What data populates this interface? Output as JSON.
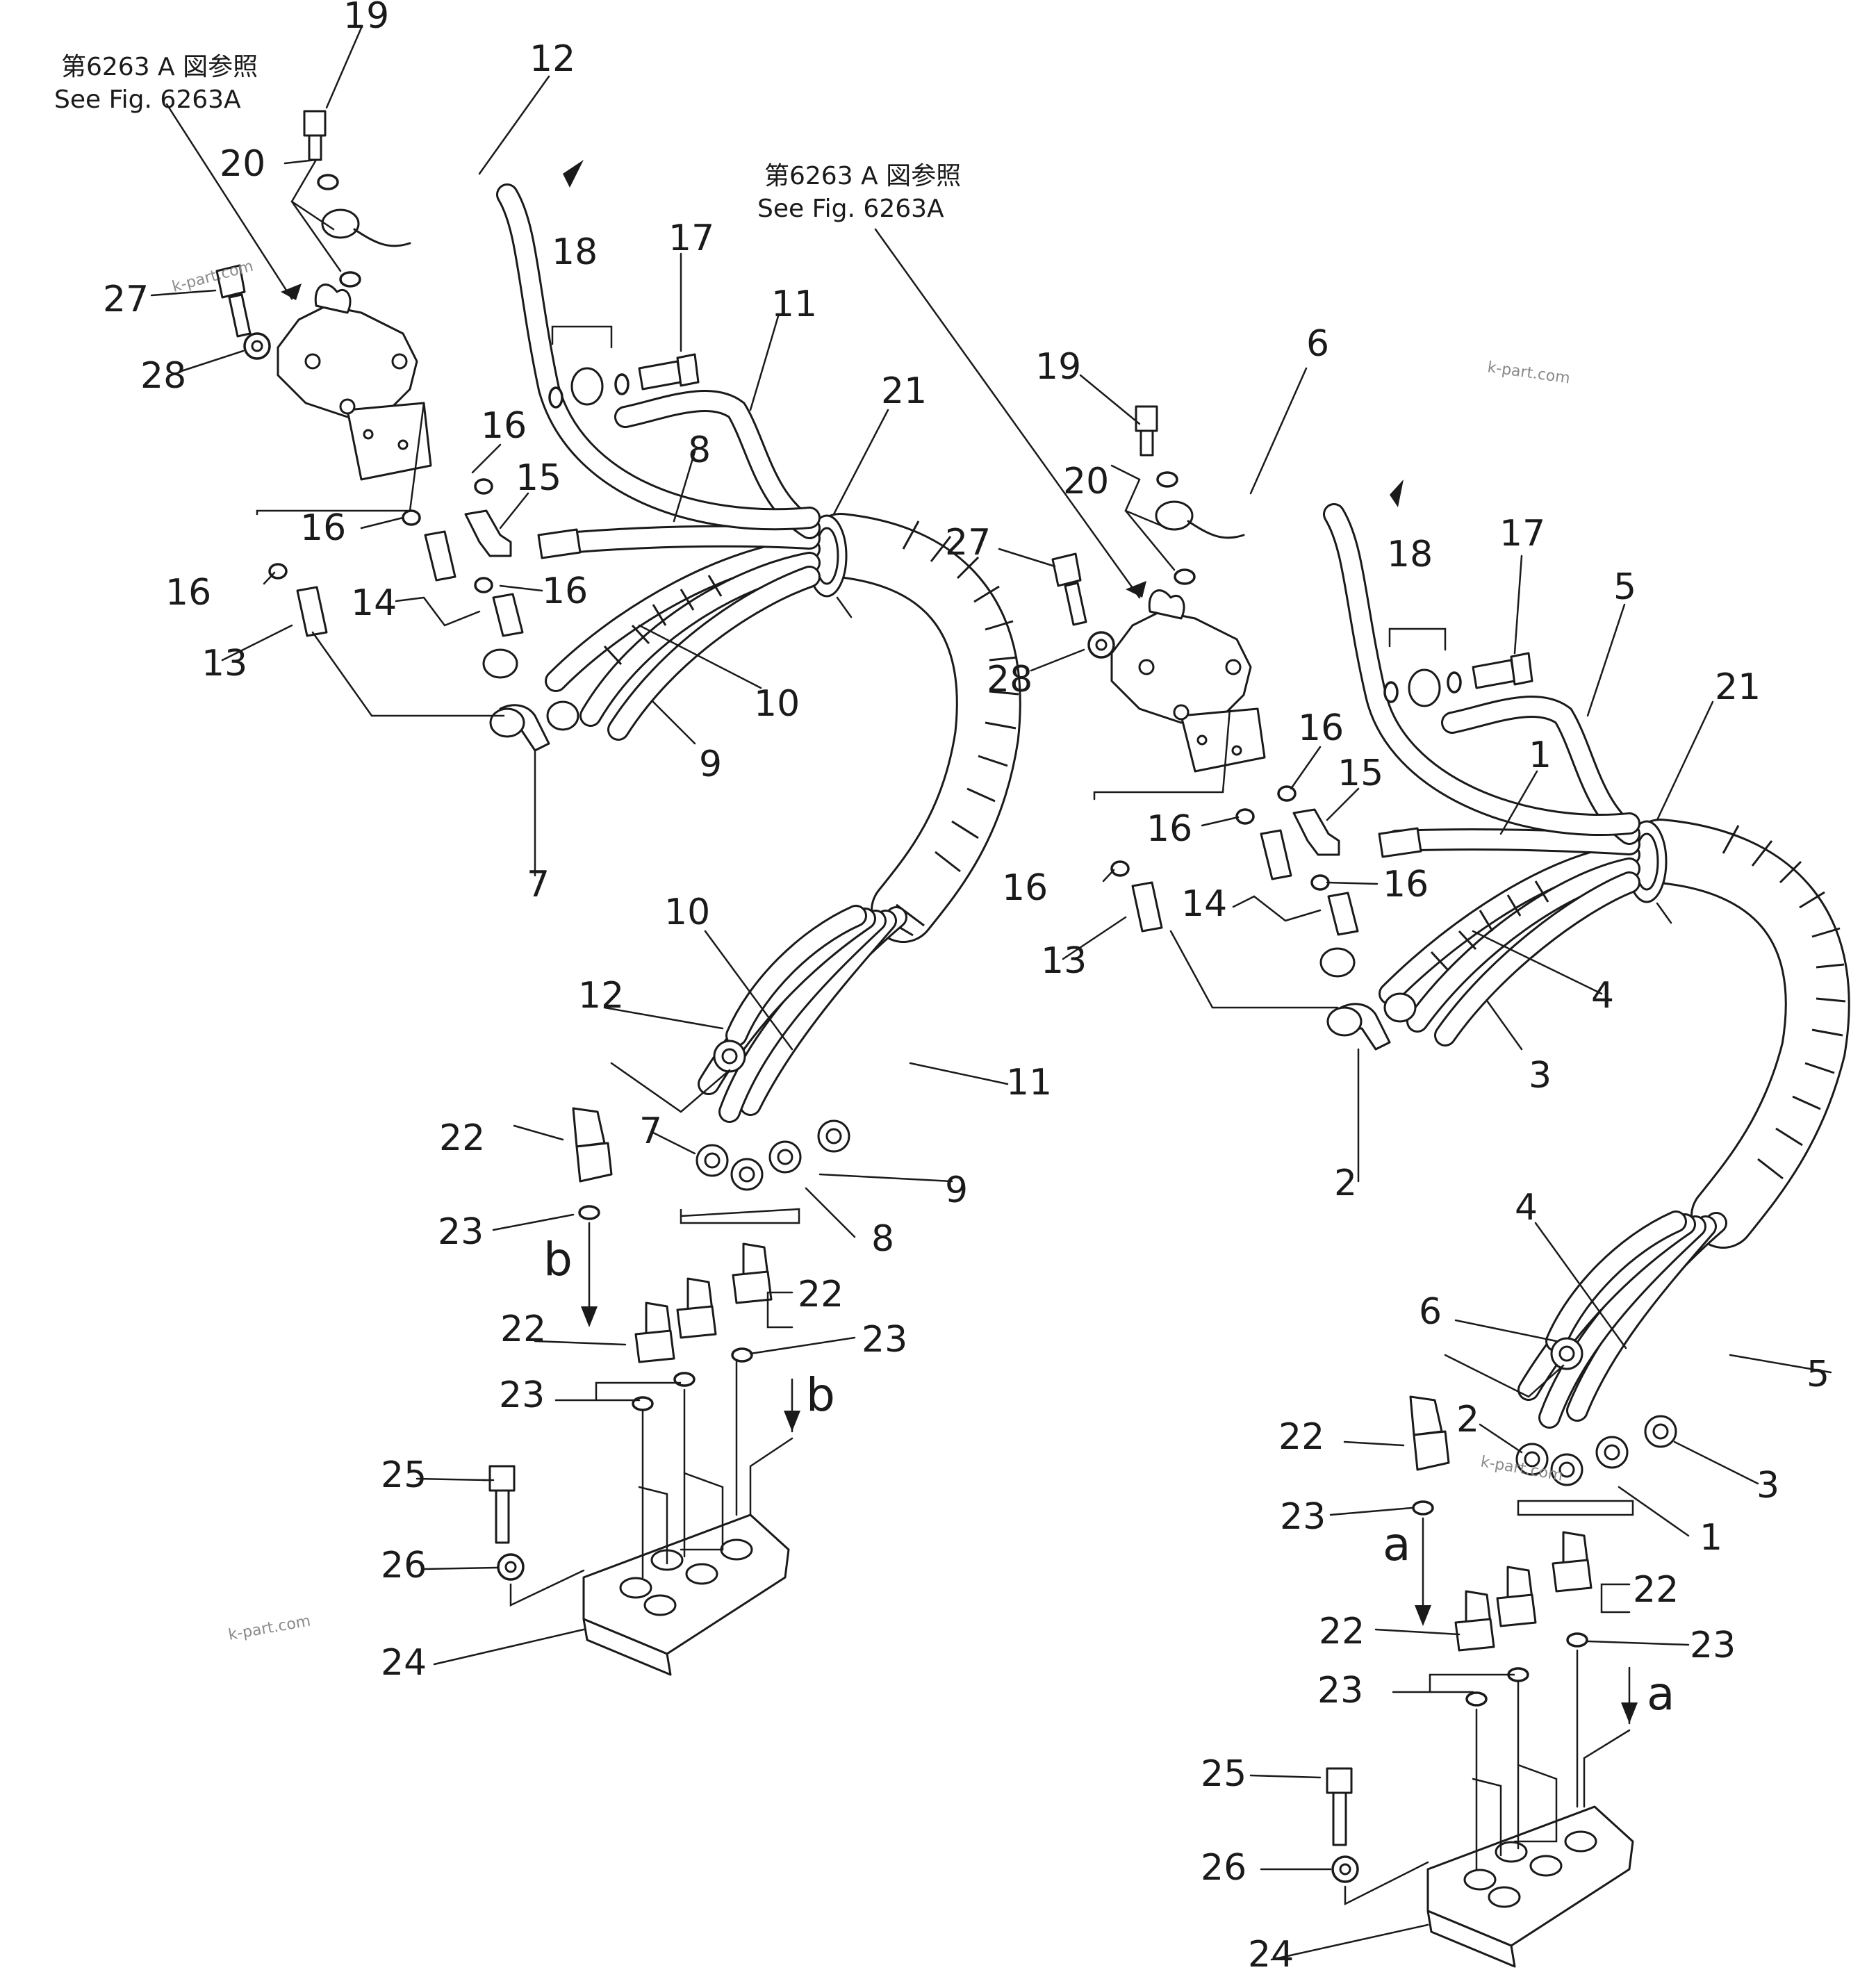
{
  "references": {
    "left_jp": "第6263 A 図参照",
    "left_en": "See Fig. 6263A",
    "right_jp": "第6263 A 図参照",
    "right_en": "See Fig. 6263A"
  },
  "watermarks": [
    "k-part.com",
    "k-part.com",
    "k-part.com",
    "k-part.com"
  ],
  "callouts_left": {
    "c19": "19",
    "c12": "12",
    "c20": "20",
    "c27": "27",
    "c28": "28",
    "c18": "18",
    "c17": "17",
    "c11": "11",
    "c21": "21",
    "c16a": "16",
    "c16b": "16",
    "c16c": "16",
    "c16d": "16",
    "c15": "15",
    "c8": "8",
    "c14": "14",
    "c13": "13",
    "c10a": "10",
    "c9a": "9",
    "c7a": "7",
    "c10b": "10",
    "c12b": "12",
    "c11b": "11",
    "c22a": "22",
    "c7b": "7",
    "c9b": "9",
    "c8b": "8",
    "c23a": "23",
    "c22b": "22",
    "c22c": "22",
    "c23b": "23",
    "c23c": "23",
    "c25": "25",
    "c26": "26",
    "c24": "24"
  },
  "callouts_right": {
    "c19": "19",
    "c6": "6",
    "c20": "20",
    "c27": "27",
    "c28": "28",
    "c18": "18",
    "c17": "17",
    "c5": "5",
    "c21": "21",
    "c1": "1",
    "c16a": "16",
    "c16b": "16",
    "c16c": "16",
    "c16d": "16",
    "c15": "15",
    "c14": "14",
    "c13": "13",
    "c4a": "4",
    "c3a": "3",
    "c2a": "2",
    "c4b": "4",
    "c6b": "6",
    "c5b": "5",
    "c22a": "22",
    "c2b": "2",
    "c3b": "3",
    "c1b": "1",
    "c23a": "23",
    "c22b": "22",
    "c22c": "22",
    "c23b": "23",
    "c23c": "23",
    "c25": "25",
    "c26": "26",
    "c24": "24"
  },
  "flow_letters": {
    "left_down": "b",
    "left_up": "b",
    "right_down": "a",
    "right_up": "a"
  }
}
